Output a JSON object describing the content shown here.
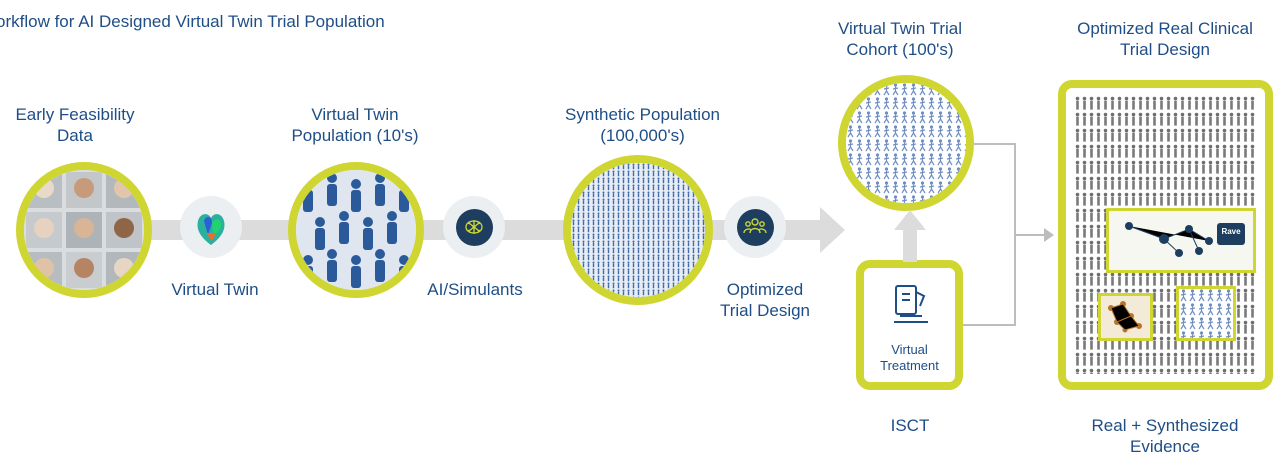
{
  "title": "orkflow for AI Designed Virtual Twin Trial Population",
  "stages": {
    "early_feasibility": "Early Feasibility\nData",
    "virtual_twin_pop": "Virtual Twin\nPopulation (10's)",
    "synthetic_pop": "Synthetic Population\n(100,000's)",
    "vt_trial_cohort": "Virtual Twin Trial\nCohort (100's)",
    "optimized_real": "Optimized Real Clinical\nTrial Design"
  },
  "steps": {
    "virtual_twin": "Virtual Twin",
    "ai_simulants": "AI/Simulants",
    "optimized_trial": "Optimized\nTrial Design"
  },
  "treatment": {
    "label": "Virtual\nTreatment",
    "caption": "ISCT"
  },
  "evidence": "Real + Synthesized\nEvidence",
  "logo_text": "Rave",
  "colors": {
    "accent": "#cfd631",
    "text": "#1f4e86",
    "arrow": "#dcdcdc",
    "dark_node": "#1d3e5f"
  },
  "icons": [
    "heart-icon",
    "brain-network-icon",
    "people-group-icon",
    "microscope-icon"
  ]
}
